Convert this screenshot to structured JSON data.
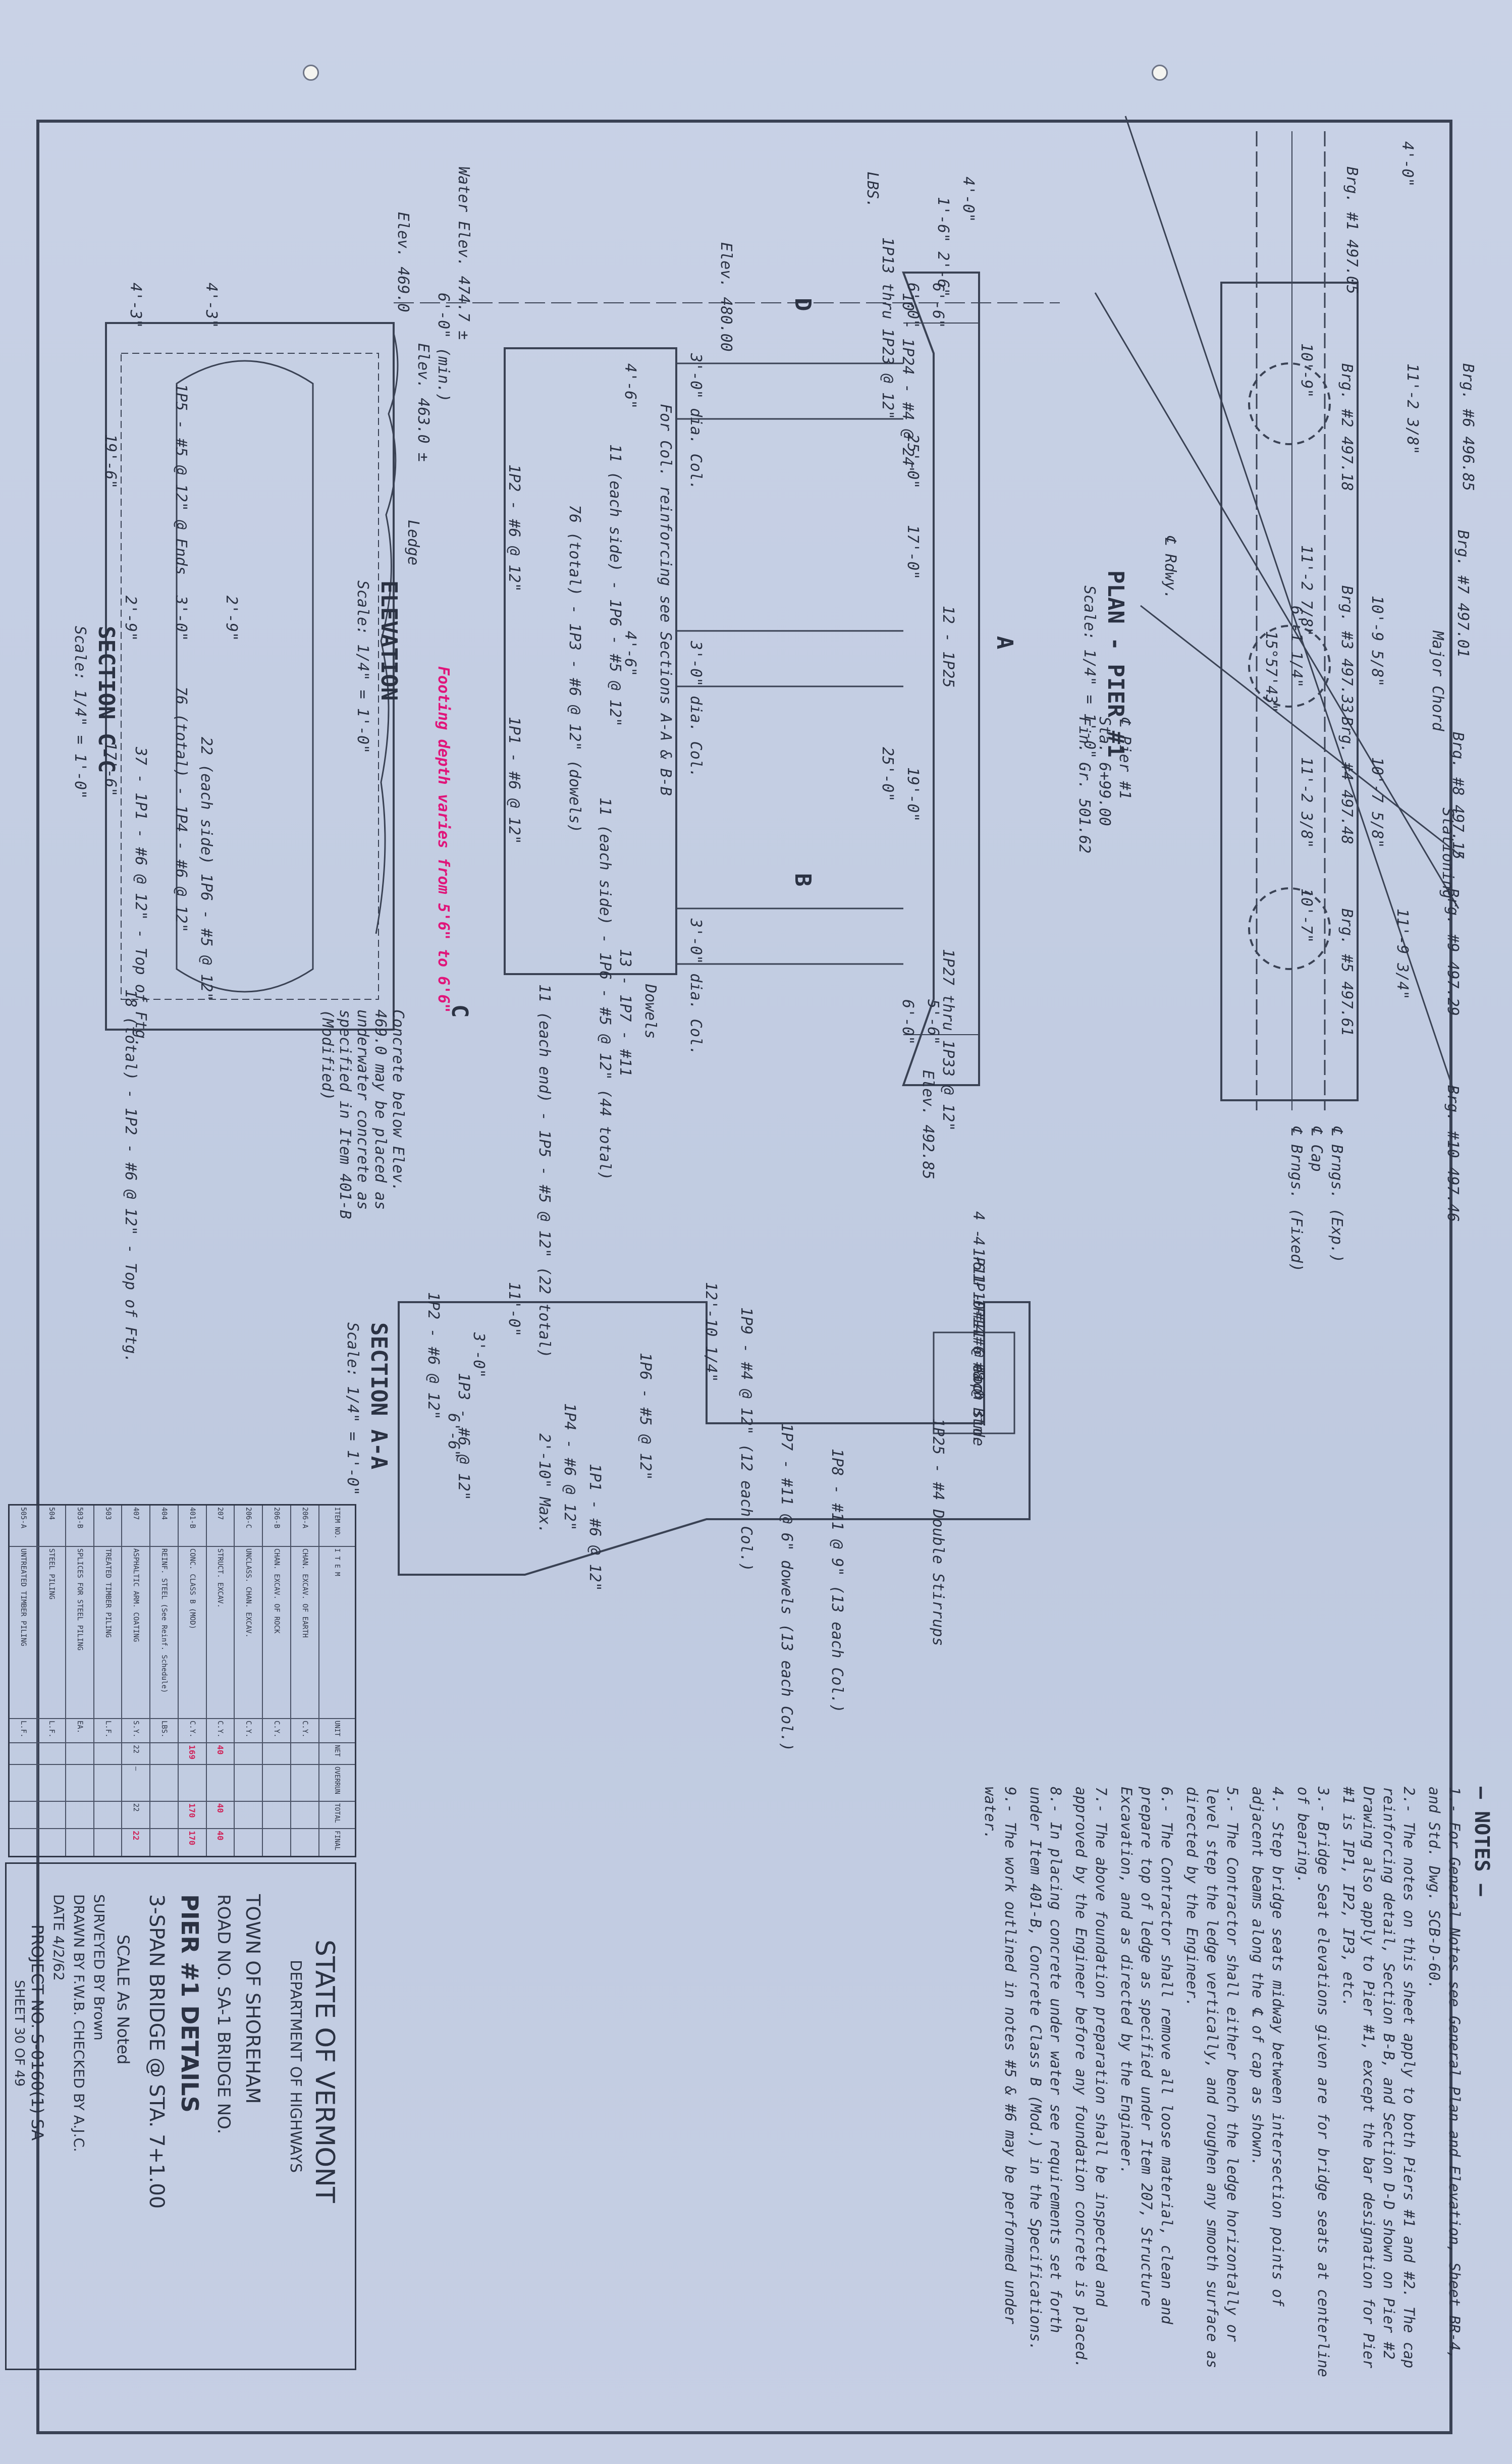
{
  "notes": {
    "header": "— NOTES —",
    "items": [
      "1.- For General Notes see General Plan and Elevation, Sheet BR-4, and Std. Dwg. SCB-D-60.",
      "2.- The notes on this sheet apply to both Piers #1 and #2. The cap reinforcing detail, Section B-B, and Section D-D shown on Pier #2 Drawing also apply to Pier #1, except the bar designation for Pier #1 is IP1, IP2, IP3, etc.",
      "3.- Bridge Seat elevations given are for bridge seats at centerline of bearing.",
      "4.- Step bridge seats midway between intersection points of adjacent beams along the ℄ of cap as shown.",
      "5.- The Contractor shall either bench the ledge horizontally or level step the ledge vertically, and roughen any smooth surface as directed by the Engineer.",
      "6.- The Contractor shall remove all loose material, clean and prepare top of ledge as specified under Item 207, Structure Excavation, and as directed by the Engineer.",
      "7.- The above foundation preparation shall be inspected and approved by the Engineer before any foundation concrete is placed.",
      "8.- In placing concrete under water see requirements set forth under Item 401-B, Concrete Class B (Mod.) in the Specifications.",
      "9.- The work outlined in notes #5 & #6 may be performed under water."
    ]
  },
  "views": {
    "plan_title": "PLAN - PIER #1",
    "plan_scale": "Scale: 1/4\" = 1'-0\"",
    "elevation_title": "ELEVATION",
    "elevation_scale": "Scale: 1/4\" = 1'-0\"",
    "section_aa_title": "SECTION A-A",
    "section_aa_scale": "Scale: 1/4\" = 1'-0\"",
    "section_cc_title": "SECTION C-C",
    "section_cc_scale": "Scale: 1/4\" = 1'-0\""
  },
  "plan_labels": {
    "brg1": "Brg. #1 497.05",
    "brg2": "Brg. #2 497.18",
    "brg3": "Brg. #3 497.33",
    "brg4": "Brg. #4 497.48",
    "brg5": "Brg. #5 497.61",
    "brg6": "Brg. #6 496.85",
    "brg7": "Brg. #7 497.01",
    "brg8": "Brg. #8 497.15",
    "brg9": "Brg. #9 497.29",
    "brg10": "Brg. #10 497.46",
    "major_chord": "Major Chord",
    "stationing": "Stationing",
    "radius": "℄ Rdwy.",
    "pier_box_1": "℄ Pier #1",
    "pier_box_2": "Sta. 6+99.00",
    "pier_box_3": "Fin. Gr. 501.62",
    "dims": [
      "4'-0\"",
      "11'-2 3/8\"",
      "10'-9 5/8\"",
      "10'-7 5/8\"",
      "11'-9 3/4\"",
      "10'-9\"",
      "11'-2 7/8\"",
      "11'-2 3/8\"",
      "10'-7\"",
      "6'-1 1/4\"",
      "15°57'43\""
    ],
    "brng_exp": "℄ Brngs. (Exp.)",
    "cap": "℄ Cap",
    "brng_fixed": "℄ Brngs. (Fixed)"
  },
  "elevation_labels": {
    "elev_469": "Elev. 469.0",
    "water_elev": "Water Elev. 474.7 ±",
    "elev_480": "Elev. 480.00",
    "elev_463": "Elev. 463.0 ±",
    "ledge": "Ledge",
    "min_6": "6'-0\" (min.)",
    "col1": "3'-0\" dia. Col.",
    "col2": "3'-0\" dia. Col.",
    "col3": "3'-0\" dia. Col.",
    "col_reinf": "For Col. reinforcing see Sections A-A & B-B",
    "bar_1p6": "11 (each side) - 1P6 - #5 @ 12\"",
    "bar_1p3": "76 (total) - 1P3 - #6 @ 12\" (dowels)",
    "bar_1p2": "1P2 - #6 @ 12\"",
    "bar_1p1": "1P1 - #6 @ 12\"",
    "bar_1p5": "11 (each end) - 1P5 - #5 @ 12\" (22 total)",
    "bar_1p6b": "11 (each side) - 1P6 - #5 @ 12\" (44 total)",
    "dowels": "Dowels",
    "bar_1p7": "13 - 1P7 - #11",
    "pink_note": "Footing depth varies from 5'6\" to 6'6\"",
    "concrete_note": "Concrete below Elev. 469.0 may be placed as underwater concrete as specified in Item 401-B (Modified)",
    "lbs": "LBS.",
    "bars_1p13": "1P13 thru 1P23 @ 12\"",
    "bar_1p24": "10 - 1P24 - #4 @ 24\"",
    "bar_1p25": "12 - 1P25",
    "bar_1p27": "1P27 thru 1P33 @ 12\"",
    "elev_492": "Elev. 492.85",
    "dims_4_0": "4'-0\"",
    "dims_1_6": "1'-6\" 2'-6\"",
    "dims_a": [
      "6'-6\"",
      "6'-0\"",
      "25'-0\"",
      "17'-0\"",
      "19'-0\"",
      "25'-0\"",
      "6'-0\"",
      "5'-6\"",
      "4'-6\"",
      "4'-6\""
    ],
    "d_mark": "D",
    "a_mark": "A",
    "b_mark": "B",
    "c_mark": "C"
  },
  "section_aa_labels": {
    "dim_11": "11'-0\"",
    "dim_12": "12'-10 1/4\"",
    "bar_1p9": "1P9 - #4 @ 12\" (12 each Col.)",
    "bar_1p11": "4 - 1P11 - #11 @ Top",
    "bar_1p10": "4 - 1P10 - #6 each side",
    "bar_1p14": "6 - 1P14 - #8 @ Btm.",
    "bar_1p25": "1P25 - #4 Double Stirrups",
    "bar_1p7": "1P7 - #11 @ 6\" dowels (13 each Col.)",
    "bar_1p8": "1P8 - #11 @ 9\" (13 each Col.)",
    "bar_1p6": "1P6 - #5 @ 12\"",
    "bar_1p2": "1P2 - #6 @ 12\"",
    "bar_1p3": "1P3 - #6 @ 12\"",
    "bar_1p4": "1P4 - #6 @ 12\"",
    "bar_1p1": "1P1 - #6 @ 12\"",
    "dim_6_6": "6'-6\"",
    "dim_3_0": "3'-0\"",
    "dim_2_10": "2'-10\" Max."
  },
  "section_cc_labels": {
    "dim_4_3a": "4'-3\"",
    "dim_4_3b": "4'-3\"",
    "dim_19_6": "19'-6\"",
    "dim_17_6": "17'-6\"",
    "dim_2_9": "2'-9\"",
    "dim_3_0": "3'-0\"",
    "dim_2_9b": "2'-9\"",
    "bar_1p5": "1P5 - #5 @ 12\" @ Ends",
    "bar_1p4": "76 (total) - 1P4 - #6 @ 12\"",
    "bar_1p6": "22 (each side) 1P6 - #5 @ 12\"",
    "bar_1p1": "37 - 1P1 - #6 @ 12\" - Top of Ftg.",
    "bar_1p2": "18 (total) - 1P2 - #6 @ 12\" - Top of Ftg."
  },
  "quantities": {
    "headers": [
      "ITEM NO.",
      "I T E M",
      "UNIT",
      "NET",
      "OVERRUN",
      "TOTAL",
      "FINAL"
    ],
    "rows": [
      [
        "206-A",
        "CHAN. EXCAV. OF EARTH",
        "C.Y.",
        "",
        "",
        "",
        ""
      ],
      [
        "206-B",
        "CHAN. EXCAV. OF ROCK",
        "C.Y.",
        "",
        "",
        "",
        ""
      ],
      [
        "206-C",
        "UNCLASS. CHAN. EXCAV.",
        "C.Y.",
        "",
        "",
        "",
        ""
      ],
      [
        "207",
        "STRUCT. EXCAV.",
        "C.Y.",
        "40",
        "",
        "40",
        "40"
      ],
      [
        "401-B",
        "CONC. CLASS B (MOD)",
        "C.Y.",
        "169",
        "",
        "170",
        "170"
      ],
      [
        "404",
        "REINF. STEEL (See Reinf. Schedule)",
        "LBS.",
        "",
        "",
        "",
        ""
      ],
      [
        "407",
        "ASPHALTIC ARM. COATING",
        "S.Y.",
        "22",
        "—",
        "22",
        "22"
      ],
      [
        "503",
        "TREATED TIMBER PILING",
        "L.F.",
        "",
        "",
        "",
        ""
      ],
      [
        "503-B",
        "SPLICES FOR STEEL PILING",
        "EA.",
        "",
        "",
        "",
        ""
      ],
      [
        "504",
        "STEEL PILING",
        "L.F.",
        "",
        "",
        "",
        ""
      ],
      [
        "505-A",
        "UNTREATED TIMBER PILING",
        "L.F.",
        "",
        "",
        "",
        ""
      ]
    ]
  },
  "title_block": {
    "state": "STATE OF VERMONT",
    "dept": "DEPARTMENT OF HIGHWAYS",
    "town": "TOWN OF  SHOREHAM",
    "road": "ROAD NO. SA-1     BRIDGE NO.",
    "title1": "PIER #1 DETAILS",
    "title2": "3-SPAN BRIDGE @ STA. 7+1.00",
    "scale": "SCALE  As Noted",
    "surveyed": "SURVEYED BY  Brown",
    "drawn": "DRAWN BY  F.W.B.     CHECKED BY  A.J.C.",
    "date": "DATE  4/2/62",
    "project": "PROJECT NO. S-0160(1) SA",
    "sheet": "SHEET  30  OF  49"
  },
  "colors": {
    "paper": "#c3cde2",
    "ink": "#2b3243",
    "pink": "#e0157a",
    "red": "#d0245a"
  }
}
